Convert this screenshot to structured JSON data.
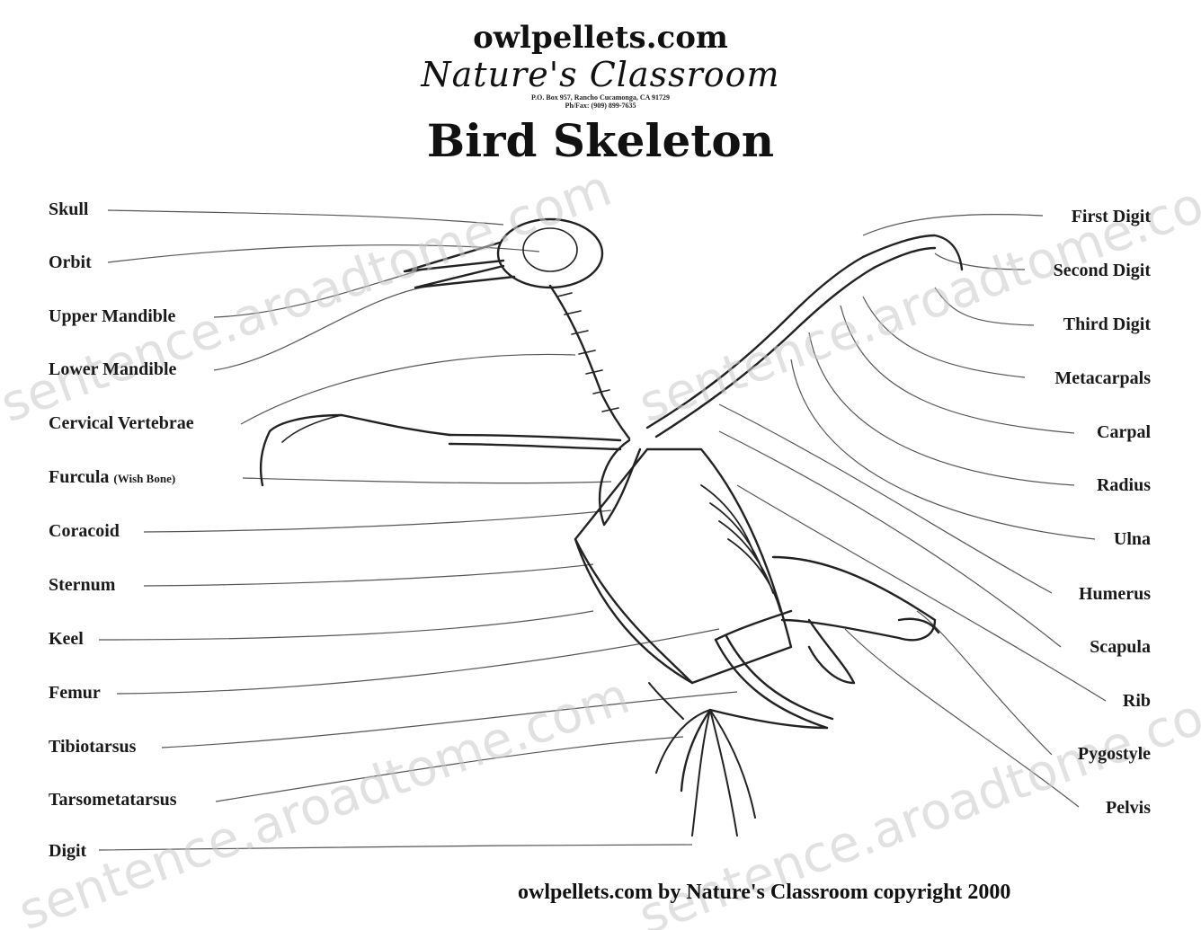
{
  "header": {
    "site": "owlpellets.com",
    "brand": "Nature's Classroom",
    "address_line1": "P.O. Box 957, Rancho Cucamonga, CA 91729",
    "address_line2": "Ph/Fax: (909) 899-7635",
    "title": "Bird Skeleton"
  },
  "labels_left": [
    "Skull",
    "Orbit",
    "Upper Mandible",
    "Lower Mandible",
    "Cervical Vertebrae",
    "Furcula",
    "Coracoid",
    "Sternum",
    "Keel",
    "Femur",
    "Tibiotarsus",
    "Tarsometatarsus",
    "Digit"
  ],
  "furcula_note": "(Wish Bone)",
  "labels_right": [
    "First Digit",
    "Second Digit",
    "Third Digit",
    "Metacarpals",
    "Carpal",
    "Radius",
    "Ulna",
    "Humerus",
    "Scapula",
    "Rib",
    "Pygostyle",
    "Pelvis"
  ],
  "footer": "owlpellets.com by Nature's Classroom copyright 2000",
  "watermark": "sentence.aroadtome.com"
}
